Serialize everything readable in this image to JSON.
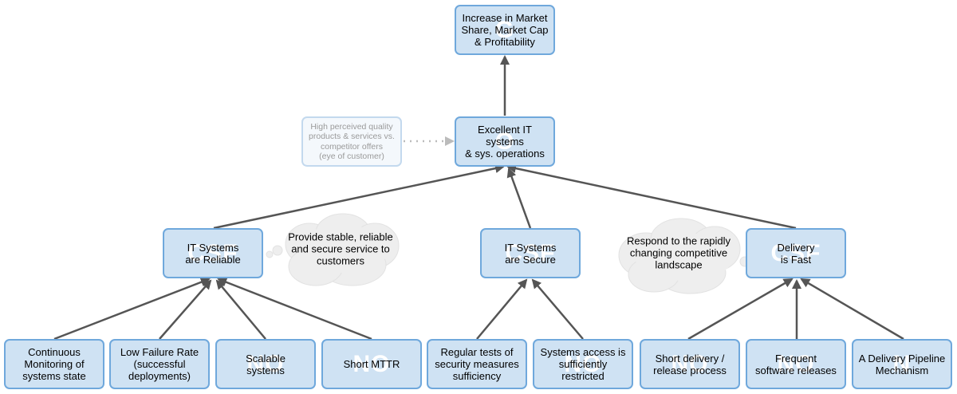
{
  "colors": {
    "node_fill": "#cfe2f3",
    "node_border": "#6fa8dc",
    "connector": "#555555",
    "ghost_text": "#9a9a9a",
    "cloud_fill": "#eeeeee"
  },
  "nodes": {
    "goal": {
      "label": "Increase in Market\nShare, Market Cap\n& Profitability",
      "watermark": "G"
    },
    "it_excellence": {
      "label": "Excellent IT systems\n& sys. operations",
      "watermark": "O"
    },
    "perceived_quality": {
      "label": "High perceived quality\nproducts & services vs.\ncompetitor offers\n(eye of customer)"
    },
    "reliable": {
      "label": "IT Systems\nare Reliable",
      "watermark": "CSF"
    },
    "secure": {
      "label": "IT Systems\nare Secure",
      "watermark": "CSF"
    },
    "fast": {
      "label": "Delivery\nis Fast",
      "watermark": "CSF"
    },
    "monitoring": {
      "label": "Continuous\nMonitoring of\nsystems state",
      "watermark": ""
    },
    "failure_rate": {
      "label": "Low Failure Rate\n(successful\ndeployments)",
      "watermark": ""
    },
    "scalable": {
      "label": "Scalable\nsystems",
      "watermark": "NO"
    },
    "mttr": {
      "label": "Short MTTR",
      "watermark": "NO"
    },
    "security_tests": {
      "label": "Regular tests of\nsecurity measures\nsufficiency",
      "watermark": ""
    },
    "access": {
      "label": "Systems access is\nsufficiently restricted",
      "watermark": "NO"
    },
    "short_delivery": {
      "label": "Short delivery /\nrelease process",
      "watermark": "NO"
    },
    "frequent_releases": {
      "label": "Frequent\nsoftware releases",
      "watermark": "NO"
    },
    "pipeline": {
      "label": "A Delivery Pipeline\nMechanism",
      "watermark": "N"
    }
  },
  "clouds": {
    "reliable_note": {
      "label": "Provide stable, reliable\nand secure service to\ncustomers"
    },
    "fast_note": {
      "label": "Respond to the rapidly\nchanging competitive\nlandscape"
    }
  }
}
